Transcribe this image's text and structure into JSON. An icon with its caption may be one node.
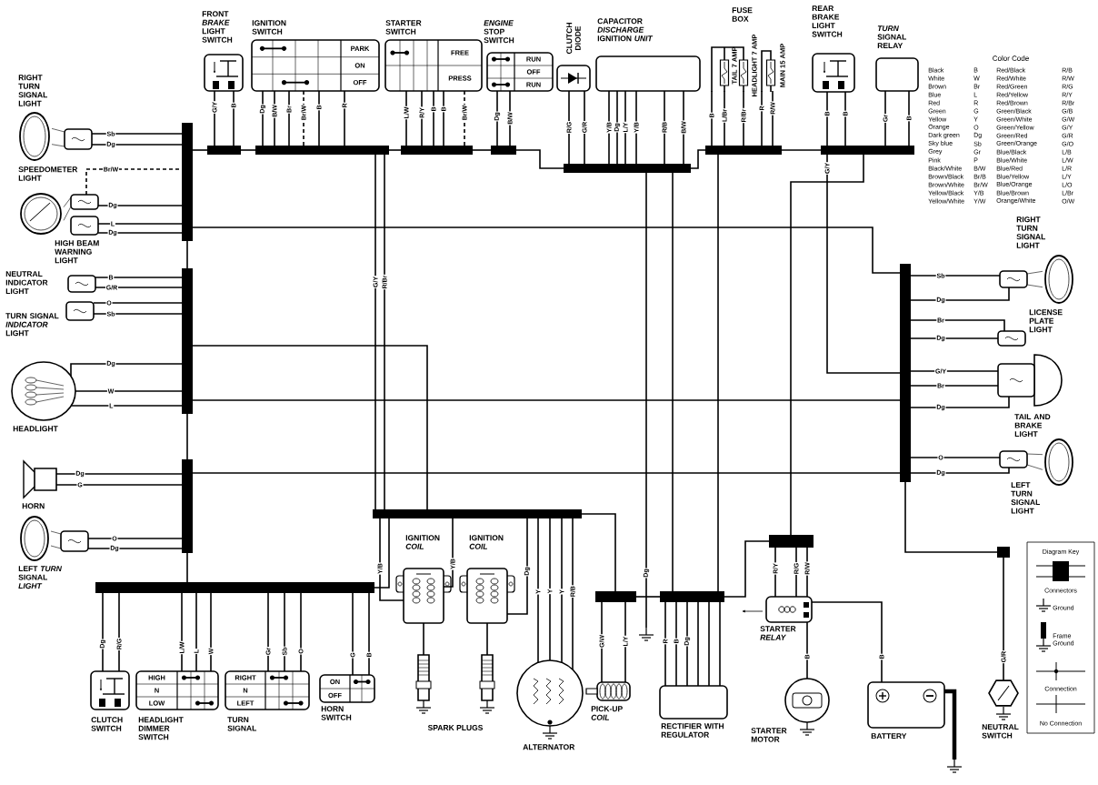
{
  "diagram": {
    "nodes": [
      {
        "text": [
          "RIGHT TURN SIGNAL LIGHT"
        ]
      },
      {
        "text": [
          "SPEEDOMETER LIGHT"
        ]
      },
      {
        "text": [
          "HIGH BEAM WARNING LIGHT"
        ]
      },
      {
        "text": [
          "NEUTRAL INDICATOR LIGHT"
        ]
      },
      {
        "text": [
          "TURN SIGNAL *INDICATOR* LIGHT"
        ]
      },
      {
        "text": [
          "HEADLIGHT"
        ]
      },
      {
        "text": [
          "HORN"
        ]
      },
      {
        "text": [
          "LEFT *TURN* SIGNAL *LIGHT*"
        ]
      },
      {
        "text": [
          "FRONT *BRAKE* LIGHT SWITCH"
        ]
      },
      {
        "text": [
          "IGNITION SWITCH",
          "PARK",
          "ON",
          "OFF"
        ]
      },
      {
        "text": [
          "STARTER SWITCH",
          "FREE",
          "PRESS"
        ]
      },
      {
        "text": [
          "*ENGINE* STOP SWITCH",
          "RUN",
          "OFF",
          "RUN"
        ]
      },
      {
        "text": [
          "CLUTCH DIODE"
        ]
      },
      {
        "text": [
          "CAPACITOR *DISCHARGE* IGNITION *UNIT*"
        ]
      },
      {
        "text": [
          "FUSE BOX",
          "TAIL 7 AMP",
          "HEADLIGHT 7 AMP",
          "MAIN 15 AMP"
        ]
      },
      {
        "text": [
          "REAR BRAKE LIGHT SWITCH"
        ]
      },
      {
        "text": [
          "*TURN* SIGNAL RELAY"
        ]
      },
      {
        "text": [
          "RIGHT TURN SIGNAL LIGHT"
        ]
      },
      {
        "text": [
          "LICENSE PLATE LIGHT"
        ]
      },
      {
        "text": [
          "TAIL AND BRAKE LIGHT"
        ]
      },
      {
        "text": [
          "LEFT TURN SIGNAL LIGHT"
        ]
      },
      {
        "text": [
          "IGNITION *COIL*"
        ]
      },
      {
        "text": [
          "IGNITION *COIL*"
        ]
      },
      {
        "text": [],
        "shape": "picture"
      },
      {
        "text": [],
        "shape": "picture"
      },
      {
        "text": [
          "ALTERNATOR"
        ]
      },
      {
        "text": [
          "PICK-UP *COIL*"
        ]
      },
      {
        "text": [
          "RECTIFIER WITH REGULATOR"
        ]
      },
      {
        "text": [
          "STARTER *RELAY*"
        ]
      },
      {
        "text": [
          "STARTER MOTOR"
        ]
      },
      {
        "text": [
          "BATTERY"
        ]
      },
      {
        "text": [
          "NEUTRAL SWITCH"
        ]
      },
      {
        "text": [
          "CLUTCH SWITCH"
        ]
      },
      {
        "text": [
          "HIGH",
          "N",
          "LOW",
          "HEADLIGHT DIMMER SWITCH"
        ]
      },
      {
        "text": [
          "RIGHT",
          "N",
          "LEFT",
          "TURN SIGNAL"
        ]
      },
      {
        "text": [
          "ON",
          "OFF",
          "HORN SWITCH"
        ]
      },
      {
        "text": [],
        "shape": "bar"
      },
      {
        "text": [],
        "shape": "bar"
      },
      {
        "text": [],
        "shape": "bar"
      },
      {
        "text": [],
        "shape": "bar"
      },
      {
        "text": [],
        "shape": "bar"
      },
      {
        "text": [],
        "shape": "bar"
      },
      {
        "text": [],
        "shape": "bar"
      },
      {
        "text": [],
        "shape": "bar"
      },
      {
        "text": [],
        "shape": "bar"
      },
      {
        "text": [],
        "shape": "bar"
      },
      {
        "text": [],
        "shape": "bar"
      },
      {
        "text": [],
        "shape": "bar"
      },
      {
        "text": [],
        "shape": "bar"
      },
      {
        "text": [],
        "shape": "bar"
      },
      {
        "text": [],
        "shape": "bar"
      },
      {
        "text": [],
        "shape": "bar"
      },
      {
        "text": [],
        "shape": "bar"
      },
      {
        "text": [],
        "shape": "ground"
      },
      {
        "text": [],
        "shape": "ground"
      }
    ],
    "edges": [
      {
        "from": 0,
        "to": 43,
        "arrow": "none",
        "label": "Sb"
      },
      {
        "from": 0,
        "to": 43,
        "arrow": "none",
        "label": "Dg"
      },
      {
        "from": 1,
        "to": 43,
        "arrow": "none",
        "label": "Br/W",
        "style": "dashed"
      },
      {
        "from": 1,
        "to": 43,
        "arrow": "none",
        "label": "Dg"
      },
      {
        "from": 2,
        "to": 43,
        "arrow": "none",
        "label": "L"
      },
      {
        "from": 2,
        "to": 43,
        "arrow": "none",
        "label": "Dg"
      },
      {
        "from": 3,
        "to": 44,
        "arrow": "none",
        "label": "B"
      },
      {
        "from": 3,
        "to": 44,
        "arrow": "none",
        "label": "G/R"
      },
      {
        "from": 4,
        "to": 44,
        "arrow": "none",
        "label": "O"
      },
      {
        "from": 4,
        "to": 44,
        "arrow": "none",
        "label": "Sb"
      },
      {
        "from": 5,
        "to": 44,
        "arrow": "none",
        "label": "Dg"
      },
      {
        "from": 5,
        "to": 44,
        "arrow": "none",
        "label": "W"
      },
      {
        "from": 5,
        "to": 44,
        "arrow": "none",
        "label": "L"
      },
      {
        "from": 6,
        "to": 45,
        "arrow": "none",
        "label": "Dg"
      },
      {
        "from": 6,
        "to": 45,
        "arrow": "none",
        "label": "G"
      },
      {
        "from": 7,
        "to": 45,
        "arrow": "none",
        "label": "O"
      },
      {
        "from": 7,
        "to": 45,
        "arrow": "none",
        "label": "Dg"
      },
      {
        "from": 8,
        "to": 37,
        "arrow": "none",
        "label": "G/Y"
      },
      {
        "from": 8,
        "to": 37,
        "arrow": "none",
        "label": "B"
      },
      {
        "from": 9,
        "to": 36,
        "arrow": "none",
        "label": "Dg"
      },
      {
        "from": 9,
        "to": 36,
        "arrow": "none",
        "label": "B/W"
      },
      {
        "from": 9,
        "to": 36,
        "arrow": "none",
        "label": "Br"
      },
      {
        "from": 9,
        "to": 36,
        "arrow": "none",
        "label": "Br/W",
        "style": "dashed"
      },
      {
        "from": 9,
        "to": 36,
        "arrow": "none",
        "label": "B"
      },
      {
        "from": 9,
        "to": 36,
        "arrow": "none",
        "label": "R"
      },
      {
        "from": 10,
        "to": 38,
        "arrow": "none",
        "label": "L/W"
      },
      {
        "from": 10,
        "to": 38,
        "arrow": "none",
        "label": "R/Y"
      },
      {
        "from": 10,
        "to": 38,
        "arrow": "none",
        "label": "B"
      },
      {
        "from": 10,
        "to": 38,
        "arrow": "none",
        "label": "B"
      },
      {
        "from": 10,
        "to": 38,
        "arrow": "none",
        "label": "Br/W",
        "style": "dashed"
      },
      {
        "from": 11,
        "to": 39,
        "arrow": "none",
        "label": "Dg"
      },
      {
        "from": 11,
        "to": 39,
        "arrow": "none",
        "label": "B/W"
      },
      {
        "from": 12,
        "to": 40,
        "arrow": "none",
        "label": "R/G"
      },
      {
        "from": 12,
        "to": 40,
        "arrow": "none",
        "label": "G/R"
      },
      {
        "from": 13,
        "to": 40,
        "arrow": "none",
        "label": "Y/B"
      },
      {
        "from": 13,
        "to": 40,
        "arrow": "none",
        "label": "Dg"
      },
      {
        "from": 13,
        "to": 40,
        "arrow": "none",
        "label": "L/Y"
      },
      {
        "from": 13,
        "to": 40,
        "arrow": "none",
        "label": "Y/B"
      },
      {
        "from": 13,
        "to": 40,
        "arrow": "none",
        "label": "R/B"
      },
      {
        "from": 13,
        "to": 40,
        "arrow": "none",
        "label": "B/W"
      },
      {
        "from": 14,
        "to": 41,
        "arrow": "none",
        "label": "B"
      },
      {
        "from": 14,
        "to": 41,
        "arrow": "none",
        "label": "L/Br"
      },
      {
        "from": 14,
        "to": 41,
        "arrow": "none",
        "label": "R/Br"
      },
      {
        "from": 14,
        "to": 41,
        "arrow": "none",
        "label": "R"
      },
      {
        "from": 14,
        "to": 41,
        "arrow": "none",
        "label": "R/W"
      },
      {
        "from": 15,
        "to": 42,
        "arrow": "none",
        "label": "B"
      },
      {
        "from": 15,
        "to": 42,
        "arrow": "none",
        "label": "B"
      },
      {
        "from": 16,
        "to": 42,
        "arrow": "none",
        "label": "Gr"
      },
      {
        "from": 16,
        "to": 42,
        "arrow": "none",
        "label": "B"
      },
      {
        "from": 17,
        "to": 51,
        "arrow": "none",
        "label": "Sb"
      },
      {
        "from": 17,
        "to": 51,
        "arrow": "none",
        "label": "Dg"
      },
      {
        "from": 18,
        "to": 51,
        "arrow": "none",
        "label": "Br"
      },
      {
        "from": 18,
        "to": 51,
        "arrow": "none",
        "label": "Dg"
      },
      {
        "from": 19,
        "to": 51,
        "arrow": "none",
        "label": "G/Y"
      },
      {
        "from": 19,
        "to": 51,
        "arrow": "none",
        "label": "Br"
      },
      {
        "from": 19,
        "to": 51,
        "arrow": "none",
        "label": "Dg"
      },
      {
        "from": 20,
        "to": 51,
        "arrow": "none",
        "label": "O"
      },
      {
        "from": 20,
        "to": 51,
        "arrow": "none",
        "label": "Dg"
      },
      {
        "from": 21,
        "to": 23,
        "arrow": "none"
      },
      {
        "from": 22,
        "to": 24,
        "arrow": "none"
      },
      {
        "from": 21,
        "to": 47,
        "arrow": "none",
        "label": "Y/B"
      },
      {
        "from": 21,
        "to": 47,
        "arrow": "none",
        "label": "Y/B"
      },
      {
        "from": 22,
        "to": 47,
        "arrow": "none",
        "label": "Dg"
      },
      {
        "from": 25,
        "to": 47,
        "arrow": "none",
        "label": "Y"
      },
      {
        "from": 25,
        "to": 47,
        "arrow": "none",
        "label": "Y"
      },
      {
        "from": 25,
        "to": 47,
        "arrow": "none",
        "label": "Y"
      },
      {
        "from": 25,
        "to": 47,
        "arrow": "none",
        "label": "R/B"
      },
      {
        "from": 26,
        "to": 48,
        "arrow": "none",
        "label": "G/W"
      },
      {
        "from": 26,
        "to": 48,
        "arrow": "none",
        "label": "L/Y"
      },
      {
        "from": 27,
        "to": 49,
        "arrow": "none",
        "label": "R"
      },
      {
        "from": 27,
        "to": 49,
        "arrow": "none",
        "label": "B"
      },
      {
        "from": 27,
        "to": 49,
        "arrow": "none",
        "label": "Dg"
      },
      {
        "from": 27,
        "to": 49,
        "arrow": "none"
      },
      {
        "from": 27,
        "to": 49,
        "arrow": "none"
      },
      {
        "from": 27,
        "to": 49,
        "arrow": "none"
      },
      {
        "from": 28,
        "to": 50,
        "arrow": "none",
        "label": "R/Y"
      },
      {
        "from": 28,
        "to": 50,
        "arrow": "none",
        "label": "R/G"
      },
      {
        "from": 28,
        "to": 50,
        "arrow": "none",
        "label": "R/W"
      },
      {
        "from": 28,
        "to": 29,
        "arrow": "none",
        "label": "B"
      },
      {
        "from": 28,
        "to": 30,
        "arrow": "none",
        "label": "B"
      },
      {
        "from": 31,
        "to": 52,
        "arrow": "none",
        "label": "G/R"
      },
      {
        "from": 32,
        "to": 46,
        "arrow": "none",
        "label": "Dg"
      },
      {
        "from": 32,
        "to": 46,
        "arrow": "none",
        "label": "R/G"
      },
      {
        "from": 33,
        "to": 46,
        "arrow": "none",
        "label": "L/W"
      },
      {
        "from": 33,
        "to": 46,
        "arrow": "none",
        "label": "L"
      },
      {
        "from": 33,
        "to": 46,
        "arrow": "none",
        "label": "W"
      },
      {
        "from": 34,
        "to": 46,
        "arrow": "none",
        "label": "Gr"
      },
      {
        "from": 34,
        "to": 46,
        "arrow": "none",
        "label": "Sb"
      },
      {
        "from": 34,
        "to": 46,
        "arrow": "none",
        "label": "O"
      },
      {
        "from": 35,
        "to": 46,
        "arrow": "none",
        "label": "G"
      },
      {
        "from": 35,
        "to": 46,
        "arrow": "none",
        "label": "B"
      },
      {
        "from": 43,
        "to": 44,
        "arrow": "none"
      },
      {
        "from": 44,
        "to": 45,
        "arrow": "none"
      },
      {
        "from": 45,
        "to": 46,
        "arrow": "none"
      },
      {
        "from": 43,
        "to": 37,
        "arrow": "none"
      },
      {
        "from": 37,
        "to": 36,
        "arrow": "none"
      },
      {
        "from": 36,
        "to": 38,
        "arrow": "none"
      },
      {
        "from": 38,
        "to": 39,
        "arrow": "none"
      },
      {
        "from": 39,
        "to": 40,
        "arrow": "none"
      },
      {
        "from": 40,
        "to": 41,
        "arrow": "none"
      },
      {
        "from": 41,
        "to": 42,
        "arrow": "none"
      },
      {
        "from": 42,
        "to": 51,
        "arrow": "none",
        "label": "G/Y"
      },
      {
        "from": 36,
        "to": 47,
        "arrow": "none",
        "label": "G/Y"
      },
      {
        "from": 36,
        "to": 47,
        "arrow": "none",
        "label": "R/Br"
      },
      {
        "from": 46,
        "to": 47,
        "arrow": "none"
      },
      {
        "from": 47,
        "to": 48,
        "arrow": "none"
      },
      {
        "from": 48,
        "to": 49,
        "arrow": "none"
      },
      {
        "from": 49,
        "to": 50,
        "arrow": "none"
      },
      {
        "from": 50,
        "to": 42,
        "arrow": "none"
      },
      {
        "from": 51,
        "to": 52,
        "arrow": "none"
      },
      {
        "from": 40,
        "to": 49,
        "arrow": "none"
      },
      {
        "from": 41,
        "to": 49,
        "arrow": "none"
      },
      {
        "from": 44,
        "to": 47,
        "arrow": "none"
      },
      {
        "from": 43,
        "to": 51,
        "arrow": "none"
      },
      {
        "from": 44,
        "to": 51,
        "arrow": "none"
      },
      {
        "from": 45,
        "to": 51,
        "arrow": "none"
      },
      {
        "from": 40,
        "to": 53,
        "arrow": "none",
        "label": "Dg"
      },
      {
        "from": 30,
        "to": 54,
        "arrow": "none",
        "style": "thick"
      }
    ],
    "labels": [
      "Color Code",
      "Black",
      "B",
      "Red/Black",
      "R/B",
      "White",
      "W",
      "Red/White",
      "R/W",
      "Brown",
      "Br",
      "Red/Green",
      "R/G",
      "Blue",
      "L",
      "Red/Yellow",
      "R/Y",
      "Red",
      "R",
      "Red/Brown",
      "R/Br",
      "Green",
      "G",
      "Green/Black",
      "G/B",
      "Yellow",
      "Y",
      "Green/White",
      "G/W",
      "Orange",
      "O",
      "Green/Yellow",
      "G/Y",
      "Dark green",
      "Dg",
      "Green/Red",
      "G/R",
      "Sky blue",
      "Sb",
      "Green/Orange",
      "G/O",
      "Grey",
      "Gr",
      "Blue/Black",
      "L/B",
      "Pink",
      "P",
      "Blue/White",
      "L/W",
      "Black/White",
      "B/W",
      "Blue/Red",
      "L/R",
      "Brown/Black",
      "Br/B",
      "Blue/Yellow",
      "L/Y",
      "Brown/White",
      "Br/W",
      "Blue/Orange",
      "L/O",
      "Yellow/Black",
      "Y/B",
      "Blue/Brown",
      "L/Br",
      "Yellow/White",
      "Y/W",
      "Orange/White",
      "O/W",
      "SPARK PLUGS",
      "Diagram Key"
    ],
    "legend": [
      {
        "text": "Connectors"
      },
      {
        "text": "Ground"
      },
      {
        "text": "Frame Ground"
      },
      {
        "text": "Connection"
      },
      {
        "text": "No Connection"
      }
    ]
  }
}
